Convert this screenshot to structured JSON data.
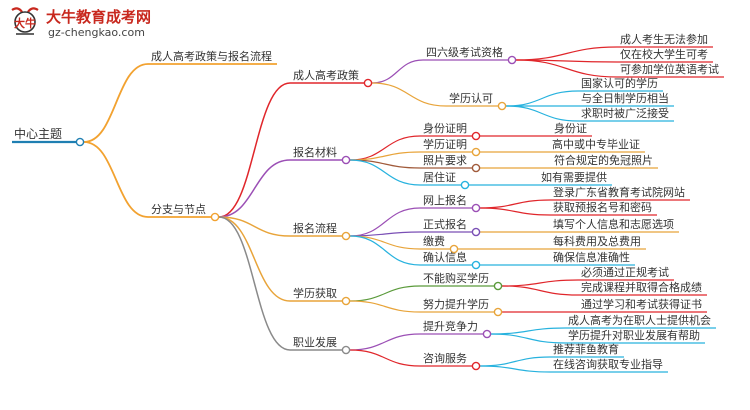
{
  "logo": {
    "mark": "大牛",
    "title": "大牛教育成考网",
    "url": "gz-chengkao.com"
  },
  "mindmap": {
    "root": "中心主题",
    "branches": [
      {
        "label": "成人高考政策与报名流程",
        "color": "#f2a230",
        "children": []
      },
      {
        "label": "分支与节点",
        "color": "#f2a230",
        "children": [
          {
            "label": "成人高考政策",
            "color": "#e0262b",
            "children": [
              {
                "label": "四六级考试资格",
                "color": "#9b4fb5",
                "children": [
                  {
                    "label": "成人考生无法参加",
                    "color": "#e0262b"
                  },
                  {
                    "label": "仅在校大学生可考",
                    "color": "#e0262b"
                  },
                  {
                    "label": "可参加学位英语考试",
                    "color": "#e0262b"
                  }
                ]
              },
              {
                "label": "学历认可",
                "color": "#e8a43a",
                "children": [
                  {
                    "label": "国家认可的学历",
                    "color": "#27b2de"
                  },
                  {
                    "label": "与全日制学历相当",
                    "color": "#27b2de"
                  },
                  {
                    "label": "求职时被广泛接受",
                    "color": "#27b2de"
                  }
                ]
              }
            ]
          },
          {
            "label": "报名材料",
            "color": "#9b4fb5",
            "children": [
              {
                "label": "身份证明",
                "color": "#e0262b",
                "children": [
                  {
                    "label": "身份证",
                    "color": "#e0262b"
                  }
                ]
              },
              {
                "label": "学历证明",
                "color": "#e8a43a",
                "children": [
                  {
                    "label": "高中或中专毕业证",
                    "color": "#e8a43a"
                  }
                ]
              },
              {
                "label": "照片要求",
                "color": "#a05a3a",
                "children": [
                  {
                    "label": "符合规定的免冠照片",
                    "color": "#e8a43a"
                  }
                ]
              },
              {
                "label": "居住证",
                "color": "#27b2de",
                "children": [
                  {
                    "label": "如有需要提供",
                    "color": "#27b2de"
                  }
                ]
              }
            ]
          },
          {
            "label": "报名流程",
            "color": "#e8a43a",
            "children": [
              {
                "label": "网上报名",
                "color": "#9b4fb5",
                "children": [
                  {
                    "label": "登录广东省教育考试院网站",
                    "color": "#e0262b"
                  },
                  {
                    "label": "获取预报名号和密码",
                    "color": "#e0262b"
                  }
                ]
              },
              {
                "label": "正式报名",
                "color": "#7a4fb5",
                "children": [
                  {
                    "label": "填写个人信息和志愿选项",
                    "color": "#e8a43a"
                  }
                ]
              },
              {
                "label": "缴费",
                "color": "#e8a43a",
                "children": [
                  {
                    "label": "每科费用及总费用",
                    "color": "#e8a43a"
                  }
                ]
              },
              {
                "label": "确认信息",
                "color": "#27b2de",
                "children": [
                  {
                    "label": "确保信息准确性",
                    "color": "#27b2de"
                  }
                ]
              }
            ]
          },
          {
            "label": "学历获取",
            "color": "#e8a43a",
            "children": [
              {
                "label": "不能购买学历",
                "color": "#5a9a3a",
                "children": [
                  {
                    "label": "必须通过正规考试",
                    "color": "#e0262b"
                  },
                  {
                    "label": "完成课程并取得合格成绩",
                    "color": "#e0262b"
                  }
                ]
              },
              {
                "label": "努力提升学历",
                "color": "#e8a43a",
                "children": [
                  {
                    "label": "通过学习和考试获得证书",
                    "color": "#e0262b"
                  }
                ]
              }
            ]
          },
          {
            "label": "职业发展",
            "color": "#8a8a8a",
            "children": [
              {
                "label": "提升竞争力",
                "color": "#9b4fb5",
                "children": [
                  {
                    "label": "成人高考为在职人士提供机会",
                    "color": "#27b2de"
                  },
                  {
                    "label": "学历提升对职业发展有帮助",
                    "color": "#27b2de"
                  }
                ]
              },
              {
                "label": "咨询服务",
                "color": "#e0262b",
                "children": [
                  {
                    "label": "推荐菲鱼教育",
                    "color": "#27b2de"
                  },
                  {
                    "label": "在线咨询获取专业指导",
                    "color": "#27b2de"
                  }
                ]
              }
            ]
          }
        ]
      }
    ]
  }
}
